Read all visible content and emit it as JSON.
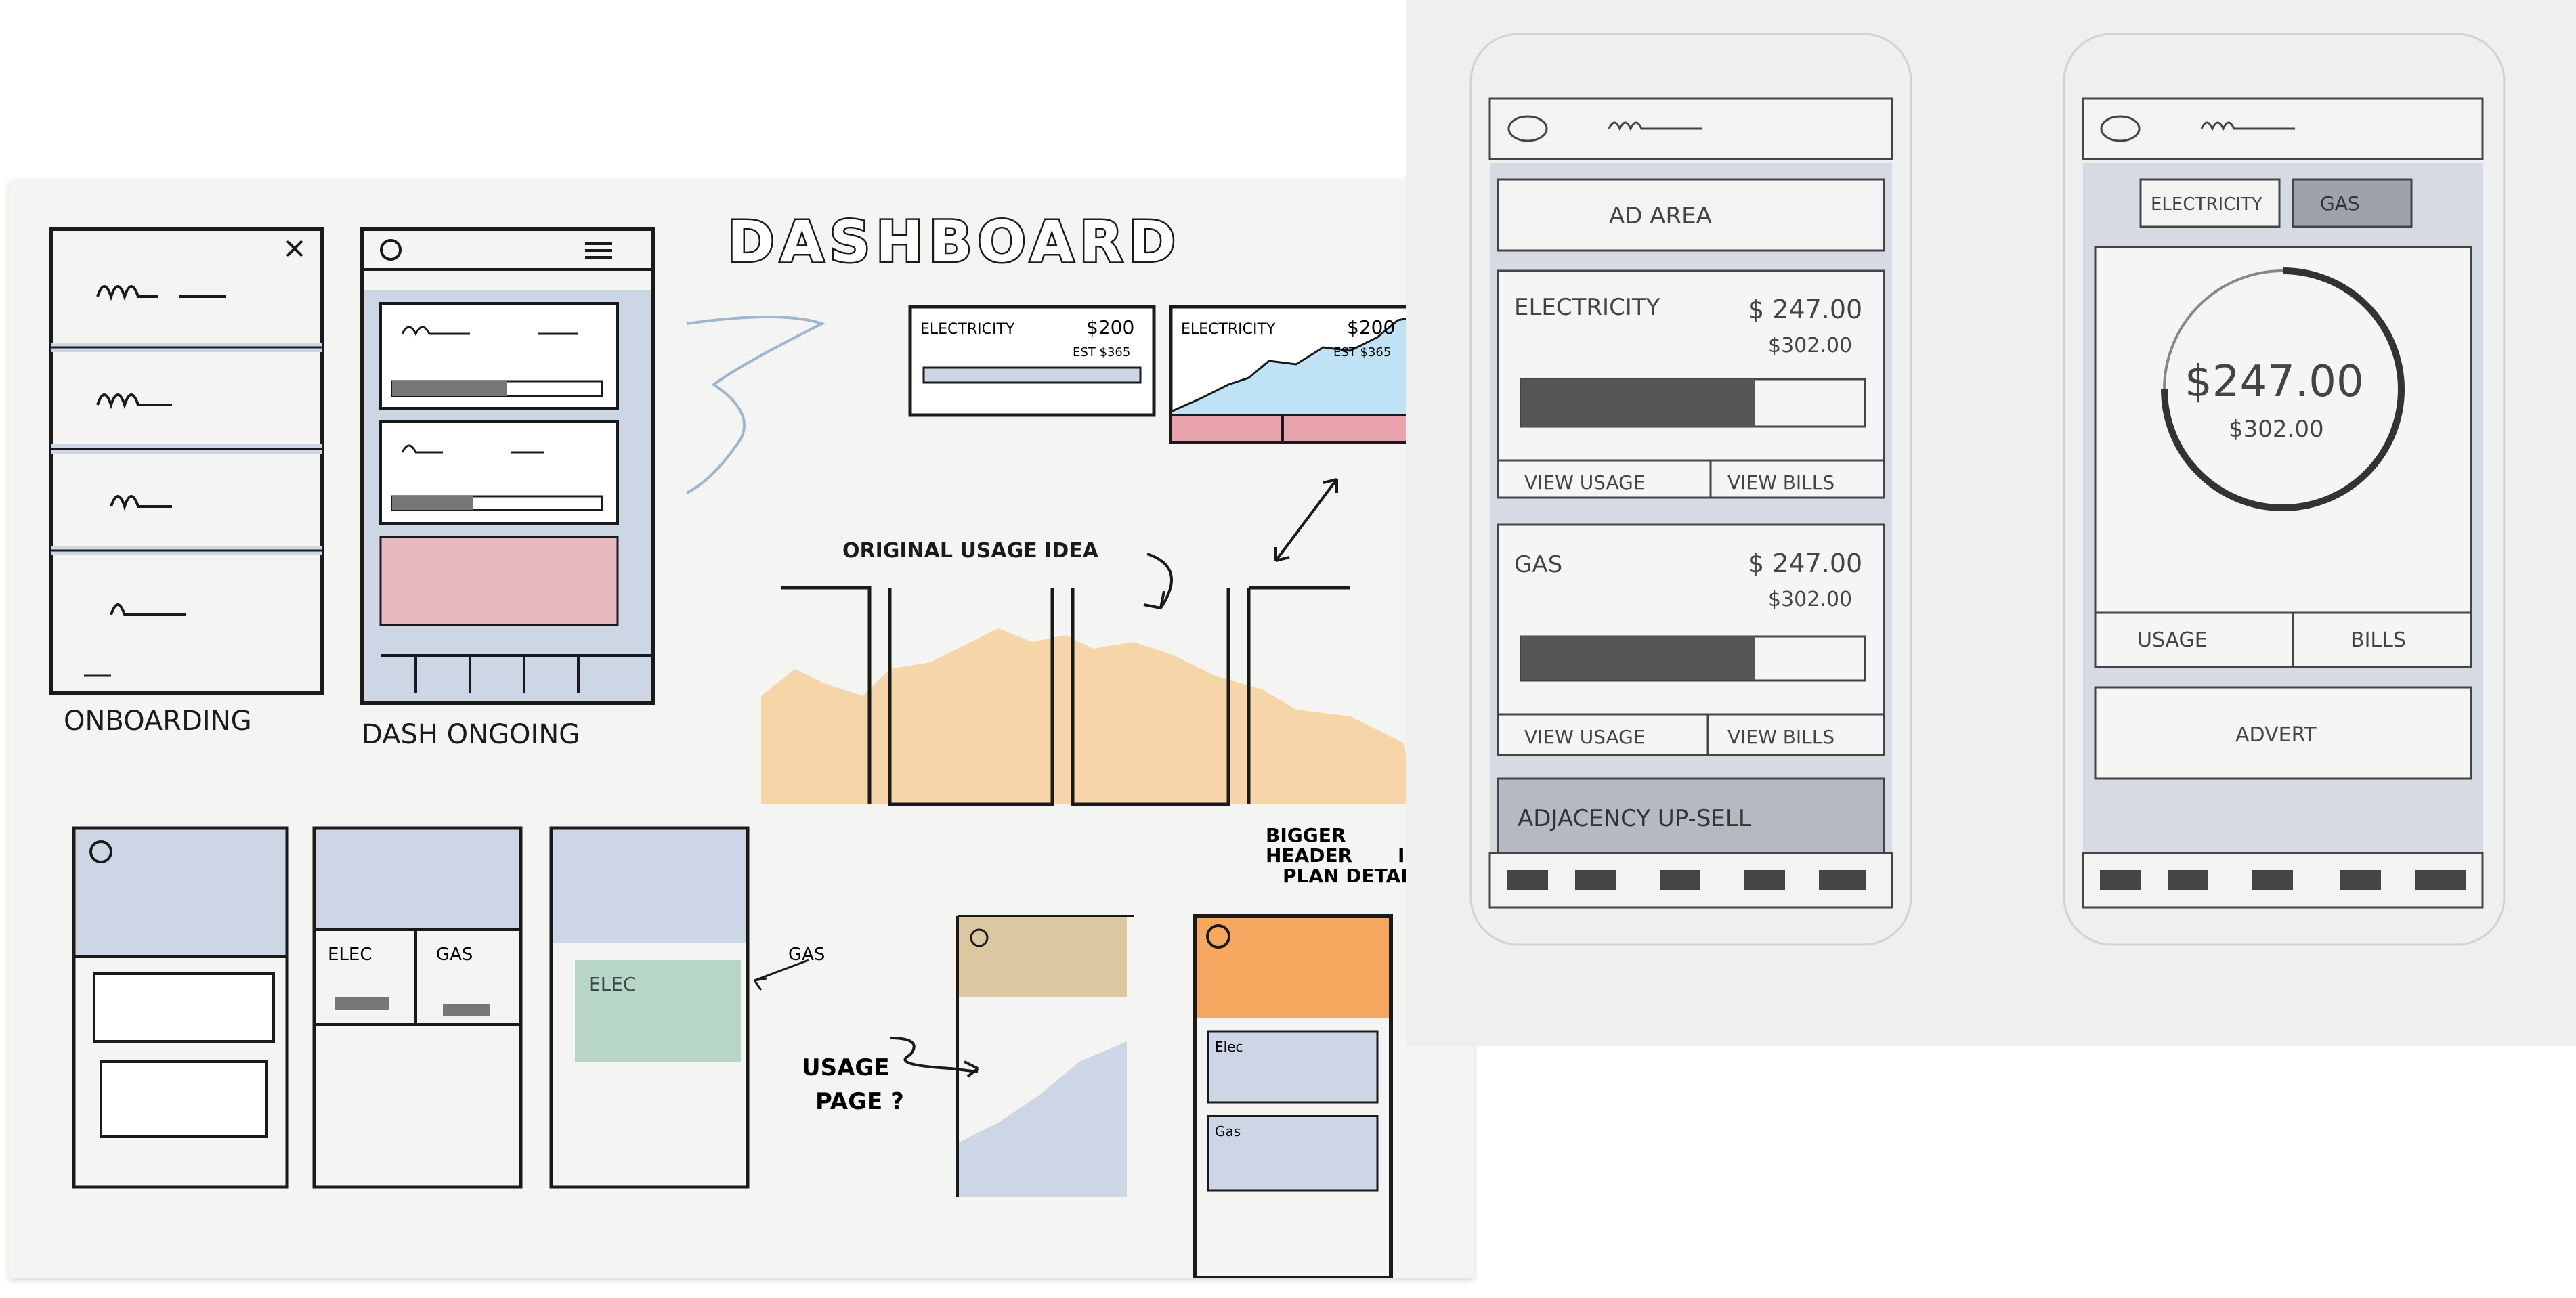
{
  "page": {
    "title": "DASHBOARD"
  },
  "sketches": {
    "onboarding_label": "ONBOARDING",
    "dash_ongoing_label": "DASH ONGOING",
    "original_usage_idea": "ORIGINAL USAGE IDEA",
    "bigger_header": [
      "BIGGER",
      "HEADER",
      "INC.",
      "PLAN DETAILS"
    ],
    "usage_page": [
      "USAGE",
      "PAGE ?"
    ],
    "gas_note": "GAS",
    "elec_label": "ELEC",
    "gas_label": "GAS",
    "elec_card_label": "ELEC",
    "mini_elec": "Elec",
    "mini_gas": "Gas",
    "mini_cards": [
      {
        "label": "ELECTRICITY",
        "price": "$200",
        "est": "EST $365"
      },
      {
        "label": "ELECTRICITY",
        "price": "$200",
        "est": "EST $365"
      }
    ]
  },
  "phone1": {
    "ad_area": "AD AREA",
    "cards": [
      {
        "title": "ELECTRICITY",
        "amount": "$ 247.00",
        "estimate": "$302.00",
        "view_usage": "VIEW USAGE",
        "view_bills": "VIEW BILLS"
      },
      {
        "title": "GAS",
        "amount": "$ 247.00",
        "estimate": "$302.00",
        "view_usage": "VIEW USAGE",
        "view_bills": "VIEW BILLS"
      }
    ],
    "upsell": "ADJACENCY UP-SELL"
  },
  "phone2": {
    "tabs": [
      "ELECTRICITY",
      "GAS"
    ],
    "amount": "$247.00",
    "estimate": "$302.00",
    "usage": "USAGE",
    "bills": "BILLS",
    "advert": "ADVERT"
  },
  "colors": {
    "ink": "#1a1a1a",
    "pencil": "#8a8a8a",
    "highlight_blue": "#cdd6e4",
    "pink": "#e9b9c2",
    "peach": "#f6d6a8",
    "orange": "#f6a760",
    "teal": "#b8d6c8",
    "sky": "#bfe3f5",
    "gray_fill": "#b5b9c2"
  }
}
